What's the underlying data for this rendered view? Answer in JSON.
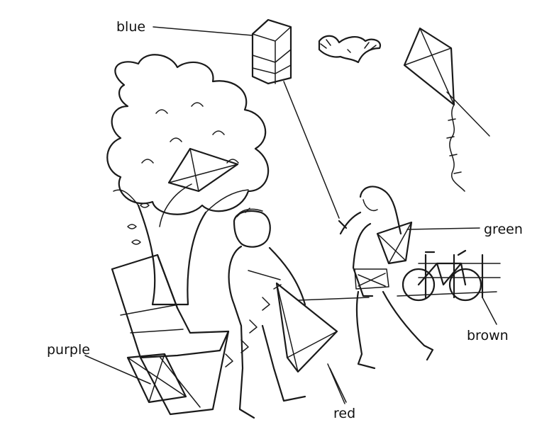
{
  "labels": {
    "blue": "blue",
    "green": "green",
    "brown": "brown",
    "purple": "purple",
    "red": "red"
  },
  "icons": [
    "bird-icon",
    "tree-icon",
    "chair-icon",
    "bicycle-icon",
    "fence-icon",
    "boy-figure",
    "girl-figure"
  ],
  "colors": {
    "ink": "#1a1a1a",
    "background": "#ffffff"
  }
}
